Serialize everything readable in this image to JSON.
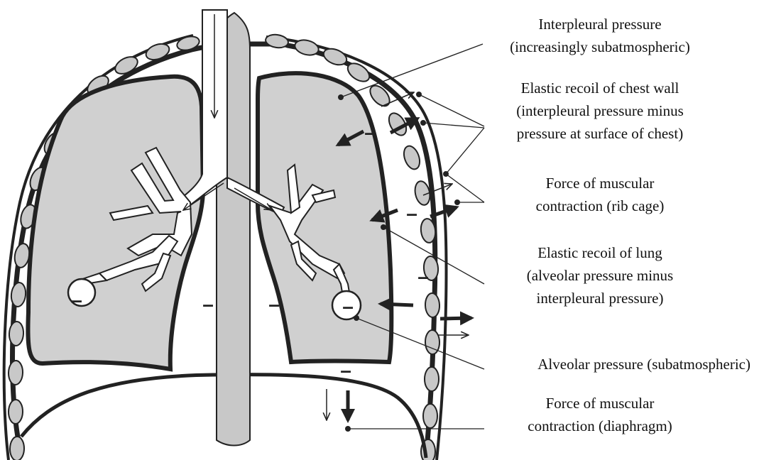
{
  "colors": {
    "lung_fill": "#d0d0d0",
    "outline": "#222222",
    "rib_fill": "#c8c8c8",
    "background": "#ffffff"
  },
  "labels": {
    "interpleural": [
      "Interpleural pressure",
      "(increasingly subatmospheric)"
    ],
    "chest_wall": [
      "Elastic recoil of chest wall",
      "(interpleural pressure minus",
      "pressure at surface of chest)"
    ],
    "rib_cage": [
      "Force of muscular",
      "contraction (rib cage)"
    ],
    "lung_recoil": [
      "Elastic recoil of lung",
      "(alveolar pressure minus",
      "interpleural pressure)"
    ],
    "alveolar": [
      "Alveolar pressure (subatmospheric)"
    ],
    "diaphragm": [
      "Force of muscular",
      "contraction (diaphragm)"
    ]
  },
  "signs": {
    "negative": "–"
  }
}
